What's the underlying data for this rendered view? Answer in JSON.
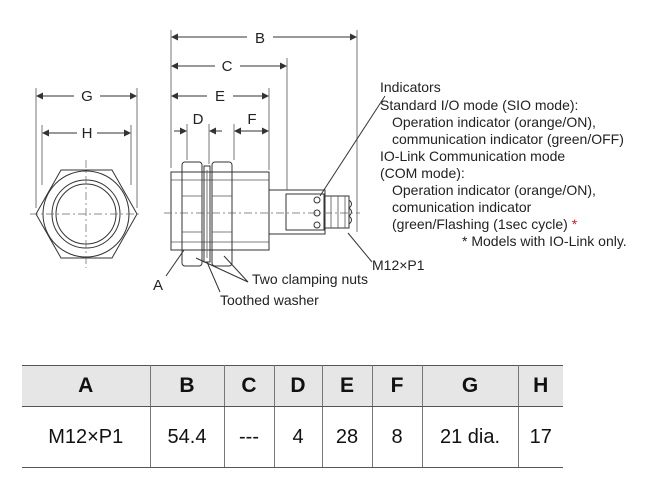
{
  "drawing": {
    "dimension_labels": {
      "B": "B",
      "C": "C",
      "E": "E",
      "D": "D",
      "F": "F",
      "G": "G",
      "H": "H",
      "A": "A"
    },
    "notes": {
      "line1": "Indicators",
      "line2": "Standard I/O mode (SIO mode):",
      "line3": "Operation indicator (orange/ON),",
      "line4": "communication indicator (green/OFF)",
      "line5": "IO-Link Communication mode",
      "line6": "(COM mode):",
      "line7": "Operation indicator (orange/ON),",
      "line8": "comunication indicator",
      "line9_text": "(green/Flashing (1sec cycle)",
      "line9_mark": "*",
      "footnote": "* Models with IO-Link only."
    },
    "leaders": {
      "thread": "M12×P1",
      "nuts": "Two clamping nuts",
      "washer": "Toothed washer"
    },
    "footnote_mark_color": "#d0202a"
  },
  "table": {
    "headers": [
      "A",
      "B",
      "C",
      "D",
      "E",
      "F",
      "G",
      "H"
    ],
    "row": [
      "M12×P1",
      "54.4",
      "---",
      "4",
      "28",
      "8",
      "21 dia.",
      "17"
    ]
  }
}
